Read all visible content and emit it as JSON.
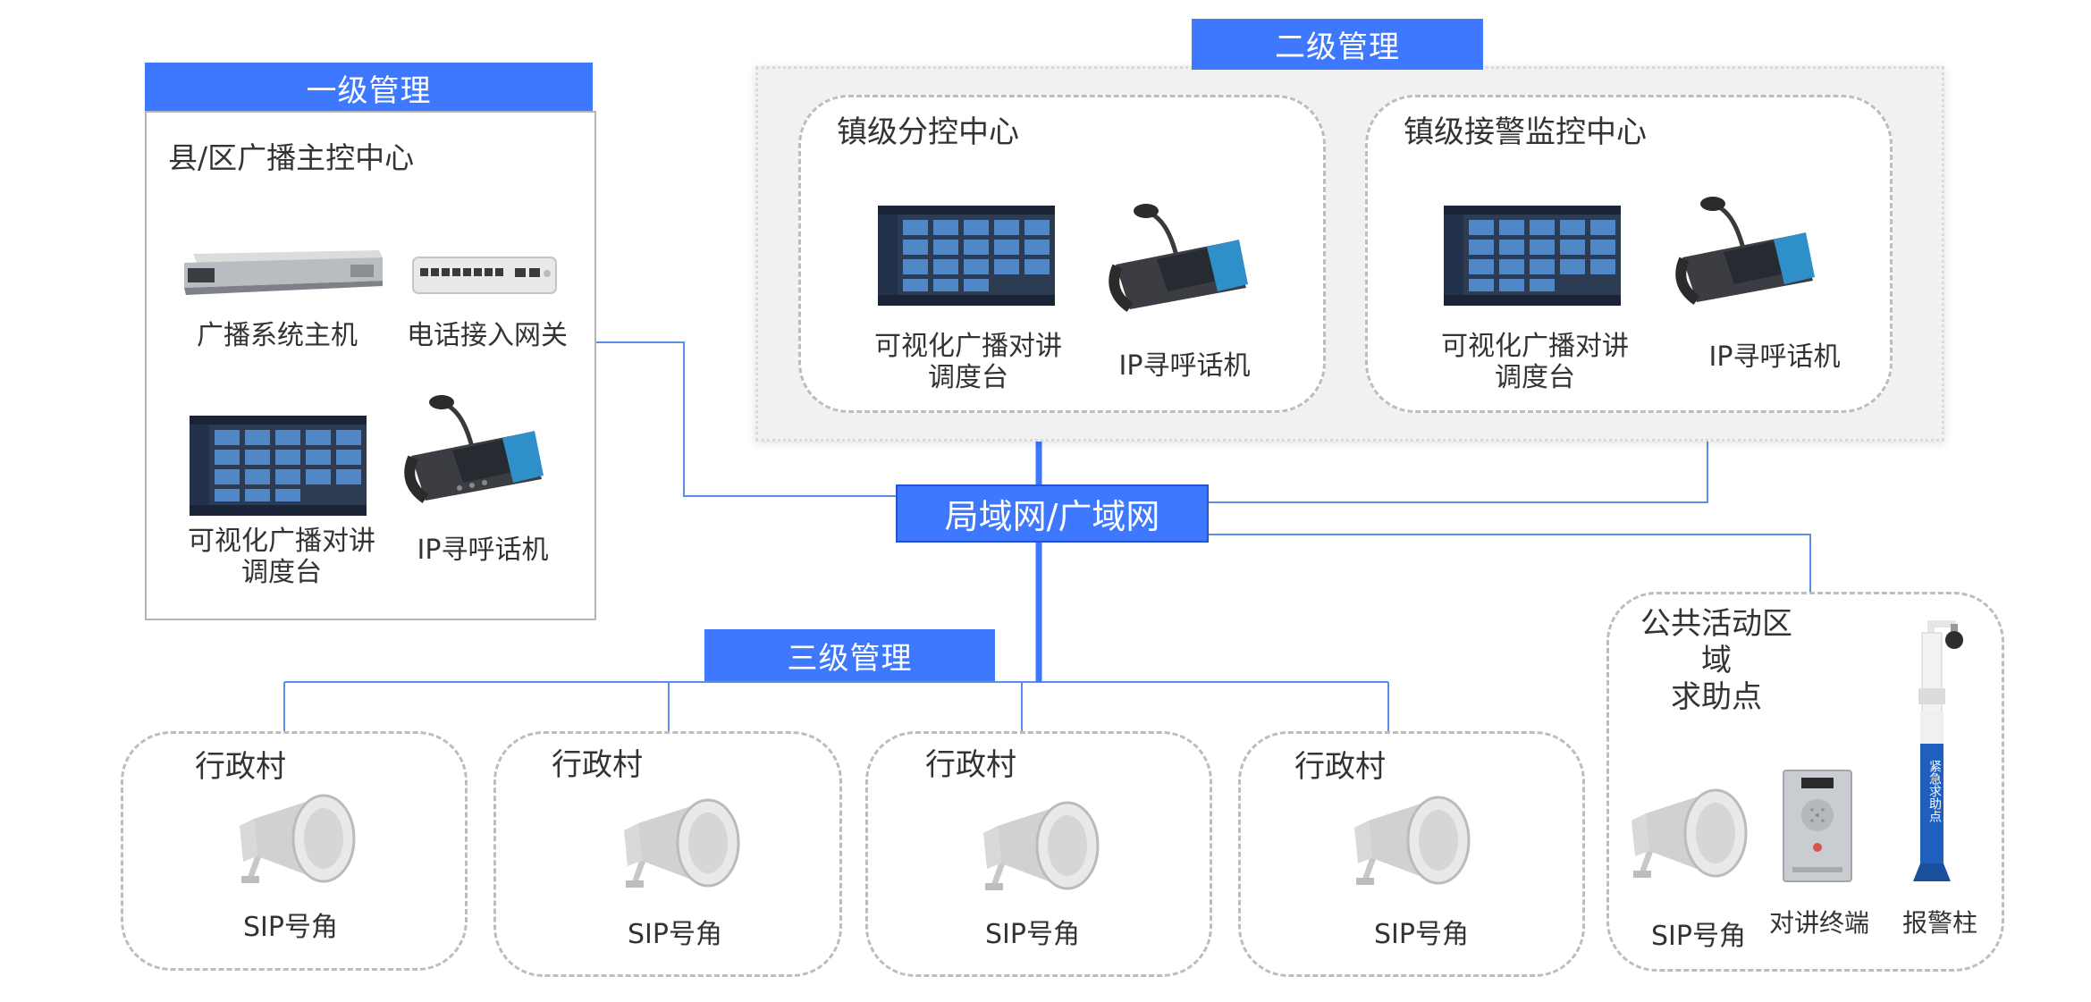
{
  "colors": {
    "accent": "#3d78ff",
    "wire": "#5a8ee8",
    "dashed_border": "#bdbdbd"
  },
  "network": {
    "label": "局域网/广域网"
  },
  "level1": {
    "header": "一级管理",
    "title": "县/区广播主控中心",
    "devices": {
      "broadcast_host": "广播系统主机",
      "phone_gateway": "电话接入网关",
      "console": "可视化广播对讲\n调度台",
      "ip_phone": "IP寻呼话机"
    }
  },
  "level2": {
    "header": "二级管理",
    "centers": [
      {
        "title": "镇级分控中心",
        "console": "可视化广播对讲\n调度台",
        "ip_phone": "IP寻呼话机"
      },
      {
        "title": "镇级接警监控中心",
        "console": "可视化广播对讲\n调度台",
        "ip_phone": "IP寻呼话机"
      }
    ]
  },
  "level3": {
    "header": "三级管理",
    "villages": [
      {
        "title": "行政村",
        "device": "SIP号角"
      },
      {
        "title": "行政村",
        "device": "SIP号角"
      },
      {
        "title": "行政村",
        "device": "SIP号角"
      },
      {
        "title": "行政村",
        "device": "SIP号角"
      }
    ]
  },
  "public_area": {
    "title": "公共活动区域\n求助点",
    "devices": {
      "horn": "SIP号角",
      "intercom": "对讲终端",
      "alarm_pillar": "报警柱"
    },
    "pillar_text": "紧急求助点"
  }
}
